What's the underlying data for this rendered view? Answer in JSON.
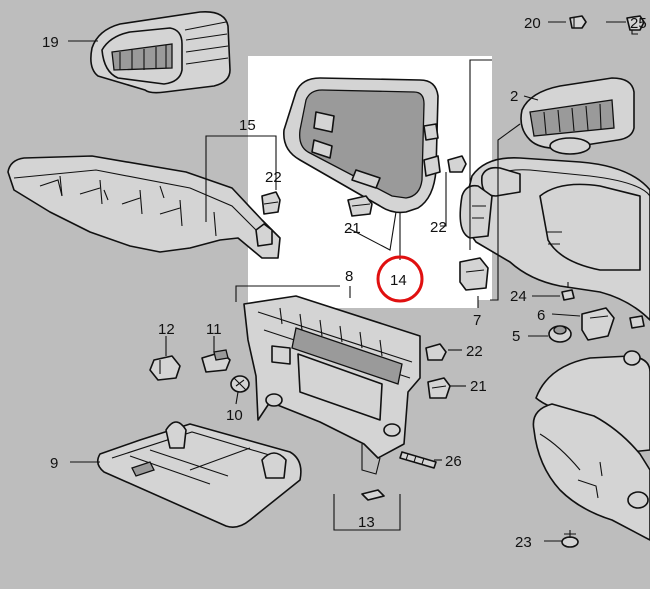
{
  "diagram": {
    "highlighted_part": "14",
    "highlight_color": "#e01010",
    "panel_color": "#ffffff",
    "background_color": "#bdbdbd",
    "callouts": {
      "c19": "19",
      "c20": "20",
      "c25": "25",
      "c2": "2",
      "c15": "15",
      "c22a": "22",
      "c21a": "21",
      "c14": "14",
      "c22b": "22",
      "c7": "7",
      "c8": "8",
      "c24": "24",
      "c6": "6",
      "c5": "5",
      "c12": "12",
      "c11": "11",
      "c10": "10",
      "c22c": "22",
      "c21b": "21",
      "c9": "9",
      "c26": "26",
      "c13": "13",
      "c23": "23"
    }
  }
}
